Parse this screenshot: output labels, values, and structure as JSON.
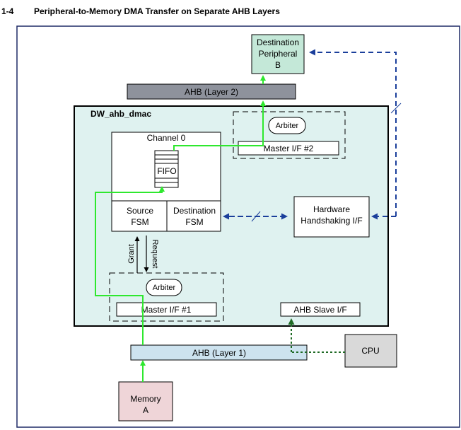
{
  "figure": {
    "number": "e 1-4",
    "title": "Peripheral-to-Memory DMA Transfer on Separate AHB Layers"
  },
  "colors": {
    "outer_border": "#1f2a66",
    "dmac_fill": "#dff2f0",
    "dest_periph_fill": "#c4e8d8",
    "ahb2_fill": "#8e929c",
    "ahb1_fill": "#cde3ef",
    "memory_fill": "#efd5d8",
    "cpu_fill": "#d9d9d9",
    "green_path": "#2ee82e",
    "blue_dashed": "#1b3f9b",
    "dark_green_dotted": "#1f6a25"
  },
  "blocks": {
    "dest_periph": [
      "Destination",
      "Peripheral",
      "B"
    ],
    "ahb_layer2": "AHB (Layer 2)",
    "dmac": "DW_ahb_dmac",
    "channel0": "Channel 0",
    "fifo": "FIFO",
    "arbiter_top": "Arbiter",
    "master_if2": "Master I/F #2",
    "source_fsm": [
      "Source",
      "FSM"
    ],
    "dest_fsm": [
      "Destination",
      "FSM"
    ],
    "hw_handshake": [
      "Hardware",
      "Handshaking I/F"
    ],
    "grant": "Grant",
    "request": "Request",
    "arbiter_bottom": "Arbiter",
    "master_if1": "Master I/F #1",
    "ahb_slave": "AHB Slave I/F",
    "ahb_layer1": "AHB (Layer 1)",
    "cpu": "CPU",
    "memory": [
      "Memory",
      "A"
    ]
  }
}
